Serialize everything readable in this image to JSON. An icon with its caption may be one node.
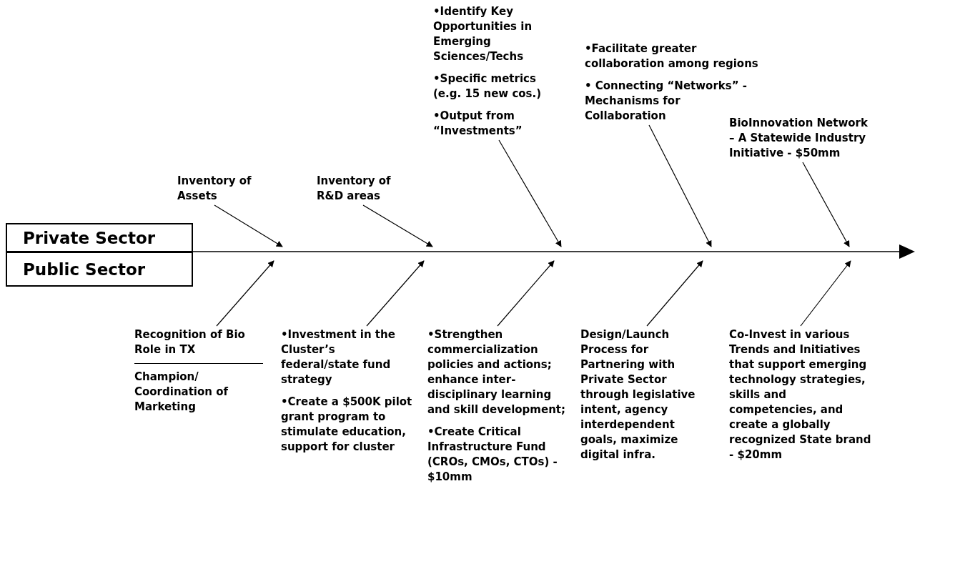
{
  "diagram": {
    "nodes": [
      {
        "text": [
          "Private Sector"
        ]
      },
      {
        "text": [
          "Public Sector"
        ]
      },
      {
        "text": [
          "Inventory of Assets"
        ]
      },
      {
        "text": [
          "Inventory of R&D areas"
        ]
      },
      {
        "text": [
          "•Identify Key Opportunities in Emerging Sciences/Techs",
          "•Specific metrics (e.g. 15 new cos.)",
          "•Output from “Investments”"
        ]
      },
      {
        "text": [
          "•Facilitate greater collaboration among regions",
          "• Connecting “Networks” - Mechanisms for Collaboration"
        ]
      },
      {
        "text": [
          "BioInnovation Network – A Statewide Industry Initiative - $50mm"
        ]
      },
      {
        "text": [
          "Recognition of Bio Role in TX",
          "Champion/ Coordination of Marketing"
        ]
      },
      {
        "text": [
          "•Investment in the Cluster’s federal/state fund strategy",
          "•Create a $500K pilot grant program to stimulate education, support for cluster"
        ]
      },
      {
        "text": [
          "•Strengthen commercialization policies and actions; enhance inter-disciplinary learning and skill development;",
          "•Create Critical Infrastructure Fund (CROs, CMOs, CTOs) - $10mm"
        ]
      },
      {
        "text": [
          "Design/Launch Process for Partnering with Private Sector through legislative intent, agency interdependent goals, maximize digital infra."
        ]
      },
      {
        "text": [
          "Co-Invest in various Trends and Initiatives that support emerging technology strategies, skills and competencies, and create a globally recognized State brand - $20mm"
        ]
      }
    ],
    "edges": [
      {
        "from": 2,
        "to": null,
        "arrow": "to"
      },
      {
        "from": 3,
        "to": null,
        "arrow": "to"
      },
      {
        "from": 4,
        "to": null,
        "arrow": "to"
      },
      {
        "from": 5,
        "to": null,
        "arrow": "to"
      },
      {
        "from": 6,
        "to": null,
        "arrow": "to"
      },
      {
        "from": 7,
        "to": null,
        "arrow": "to"
      },
      {
        "from": 8,
        "to": null,
        "arrow": "to"
      },
      {
        "from": 9,
        "to": null,
        "arrow": "to"
      },
      {
        "from": 10,
        "to": null,
        "arrow": "to"
      },
      {
        "from": 11,
        "to": null,
        "arrow": "to"
      }
    ]
  }
}
